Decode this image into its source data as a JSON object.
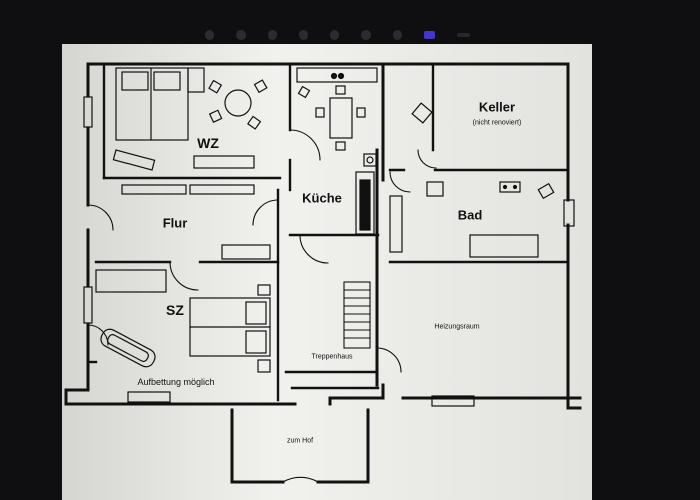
{
  "toolbar": {
    "icons": [
      "edit-icon",
      "crop-icon",
      "filter-icon",
      "adjust-icon",
      "rotate-icon",
      "retouch-icon",
      "redeye-icon",
      "video-icon",
      "more-icon"
    ]
  },
  "rooms": {
    "wz": "WZ",
    "kueche": "Küche",
    "keller": "Keller",
    "keller_note": "(nicht renoviert)",
    "flur": "Flur",
    "bad": "Bad",
    "sz": "SZ",
    "aufbettung": "Aufbettung möglich",
    "treppenhaus": "Treppenhaus",
    "heizungsraum": "Heizungsraum",
    "zum_hof": "zum Hof"
  },
  "colors": {
    "wall": "#111111",
    "paper": "#f0f0ed",
    "accent": "#4a3be0"
  }
}
